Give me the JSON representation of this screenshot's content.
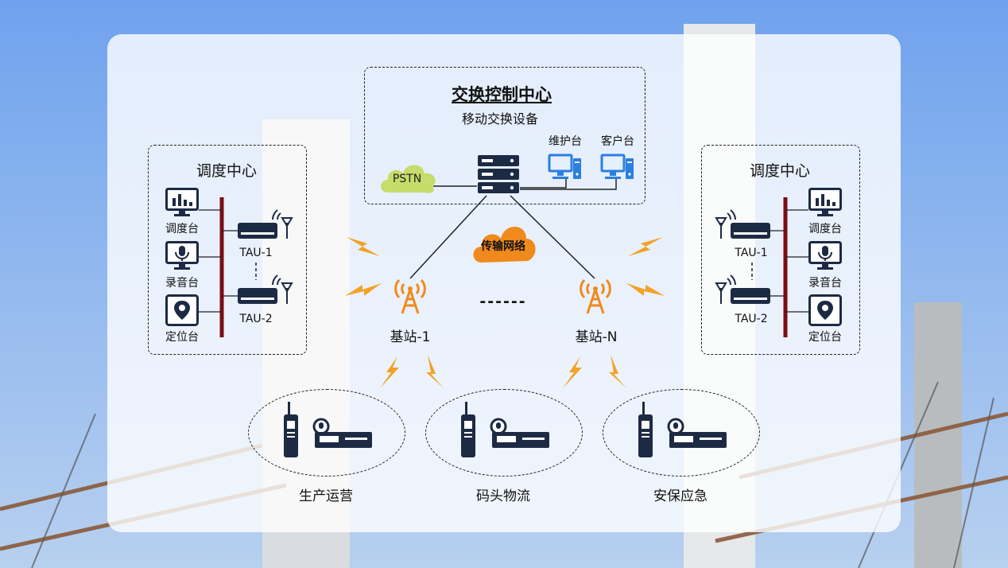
{
  "control_center": {
    "title": "交换控制中心",
    "subtitle": "移动交换设备",
    "pstn": "PSTN",
    "maintenance": "维护台",
    "client": "客户台"
  },
  "network": {
    "label": "传输网络",
    "ellipsis": "------"
  },
  "stations": {
    "left": "基站-1",
    "right": "基站-N"
  },
  "dispatch_left": {
    "title": "调度中心",
    "items": [
      "调度台",
      "录音台",
      "定位台"
    ],
    "tau1": "TAU-1",
    "tau2": "TAU-2"
  },
  "dispatch_right": {
    "title": "调度中心",
    "items": [
      "调度台",
      "录音台",
      "定位台"
    ],
    "tau1": "TAU-1",
    "tau2": "TAU-2"
  },
  "groups": [
    "生产运营",
    "码头物流",
    "安保应急"
  ],
  "colors": {
    "accent_orange": "#f08a1c",
    "dark_navy": "#1d2a44",
    "bus_red": "#7a0d14",
    "pstn_green": "#c6dc6b",
    "pc_blue": "#2b7fe0"
  }
}
